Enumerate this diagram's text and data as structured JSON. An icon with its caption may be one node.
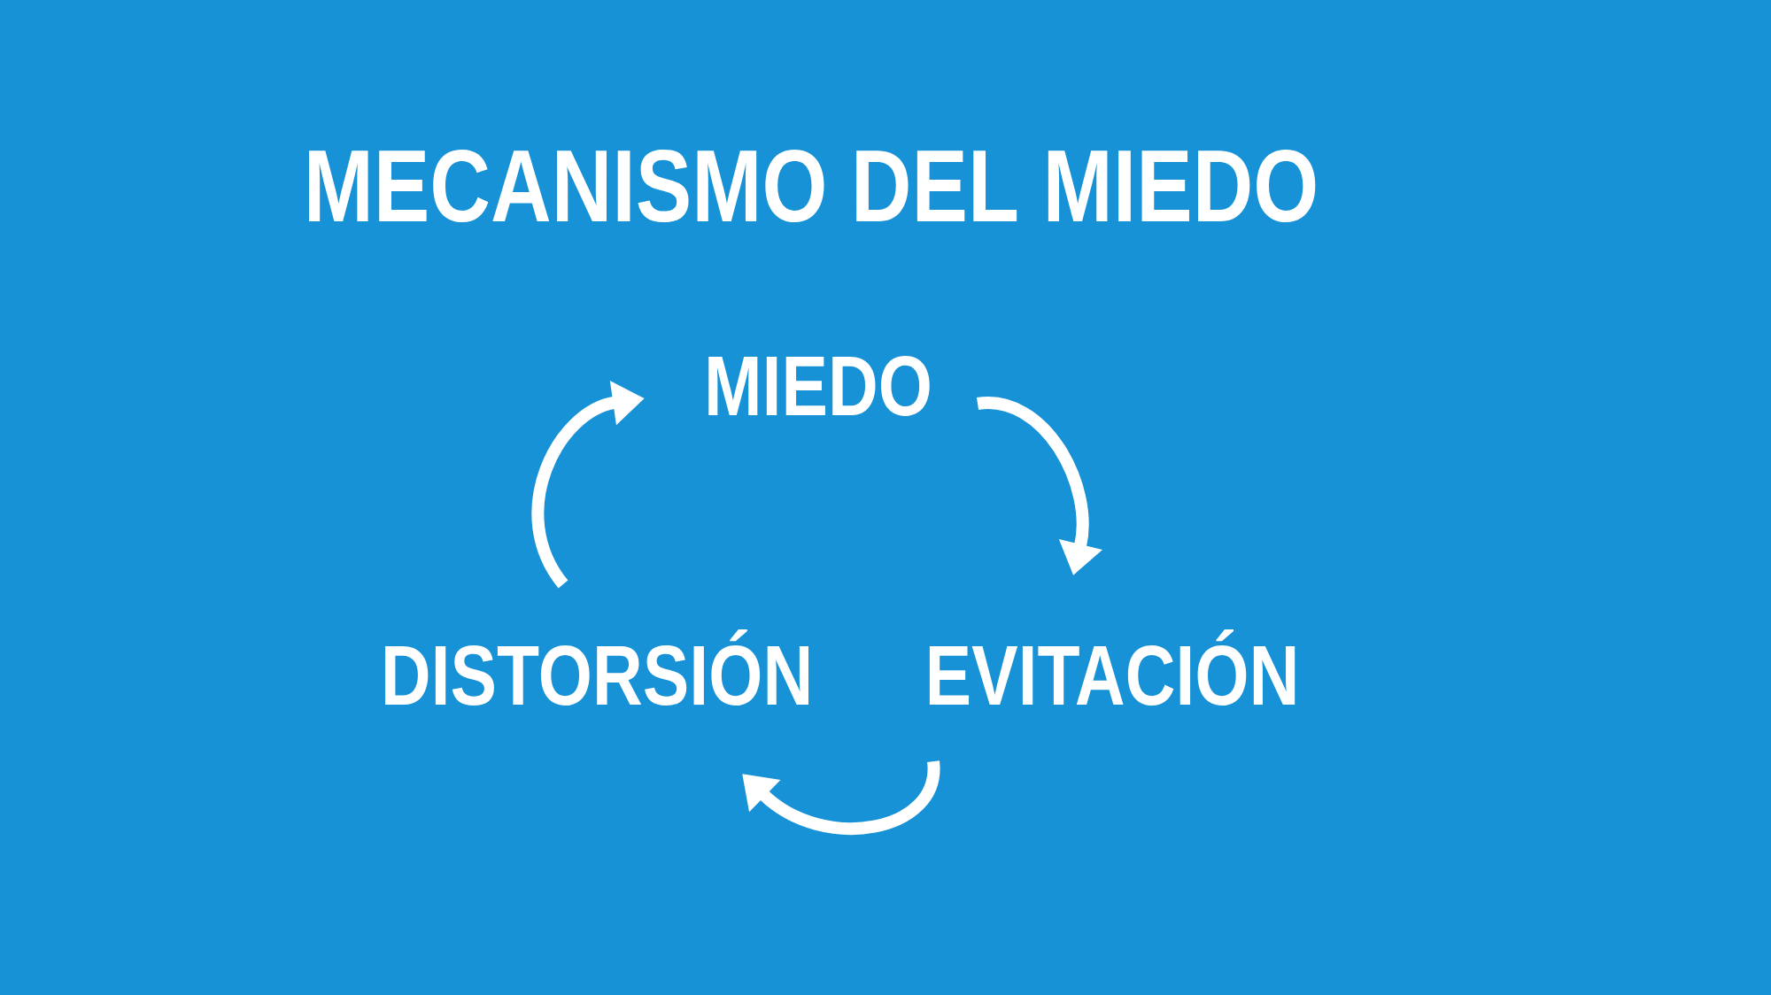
{
  "diagram": {
    "title": "MECANISMO DEL MIEDO",
    "nodes": [
      {
        "text": [
          "MIEDO"
        ]
      },
      {
        "text": [
          "EVITACIÓN"
        ]
      },
      {
        "text": [
          "DISTORSIÓN"
        ]
      }
    ],
    "edges": [
      {
        "from": 0,
        "to": 1,
        "arrow": "to"
      },
      {
        "from": 1,
        "to": 2,
        "arrow": "to"
      },
      {
        "from": 2,
        "to": 0,
        "arrow": "to"
      }
    ]
  }
}
